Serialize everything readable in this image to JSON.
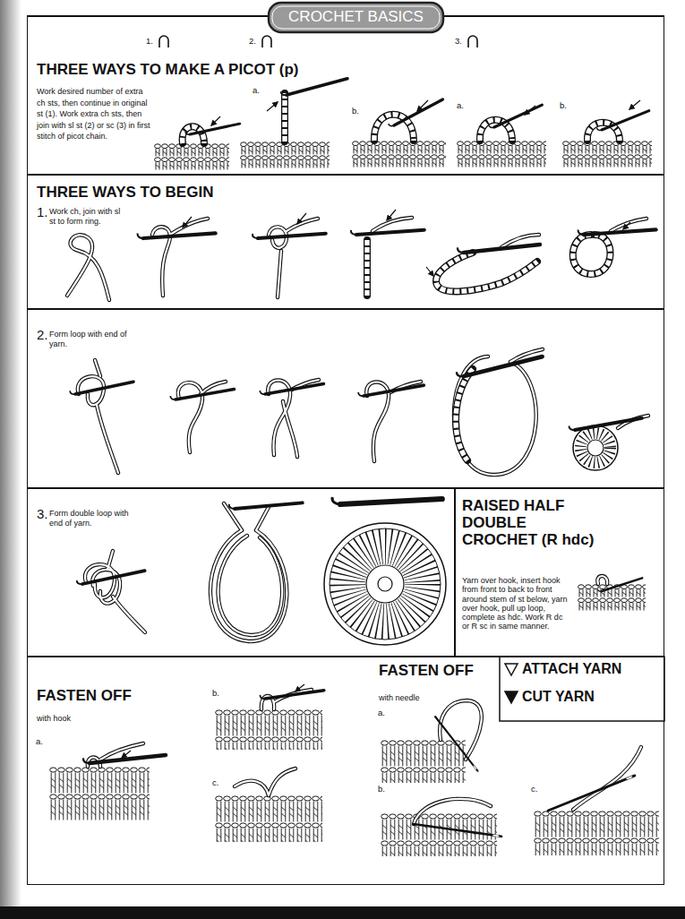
{
  "diagram": {
    "title": "CROCHET BASICS",
    "nodes": [
      {
        "text": [
          "THREE WAYS TO MAKE A PICOT (p)",
          "Work desired number of extra ch sts, then continue in original st (1). Work extra ch sts, then join with sl st (2) or sc (3) in first stitch of picot chain."
        ]
      },
      {
        "text": [
          "THREE WAYS TO BEGIN",
          "1.",
          "Work ch, join with sl st to form ring."
        ]
      },
      {
        "text": [
          "2.",
          "Form loop with end of yarn."
        ]
      },
      {
        "text": [
          "3.",
          "Form double loop with end of yarn."
        ]
      },
      {
        "text": [
          "RAISED HALF DOUBLE CROCHET (R hdc)",
          "Yarn over hook, insert hook from front to back to front around stem of st below, yarn over hook, pull up loop, complete as hdc. Work R dc or R sc in same manner."
        ]
      },
      {
        "text": [
          "FASTEN OFF",
          "with hook",
          "FASTEN OFF",
          "with needle"
        ]
      }
    ],
    "labels": [
      "1.",
      "2.",
      "a.",
      "b.",
      "3.",
      "a.",
      "b.",
      "a.",
      "b.",
      "c.",
      "a.",
      "b.",
      "c."
    ],
    "legend": [
      {
        "text": "ATTACH YARN"
      },
      {
        "text": "CUT YARN"
      }
    ]
  }
}
